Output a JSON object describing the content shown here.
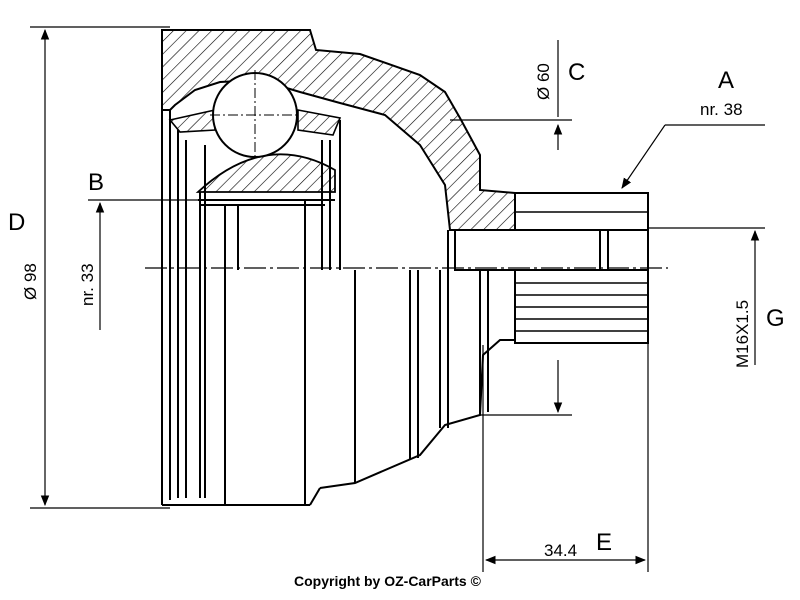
{
  "labels": {
    "A": "A",
    "A_nr": "nr. 38",
    "B": "B",
    "B_nr": "nr. 33",
    "C": "C",
    "C_dim": "Ø 60",
    "D": "D",
    "D_dim": "Ø 98",
    "E": "E",
    "E_dim": "34.4",
    "G": "G",
    "G_thread": "M16X1.5"
  },
  "copyright": "Copyright by OZ-CarParts ©"
}
